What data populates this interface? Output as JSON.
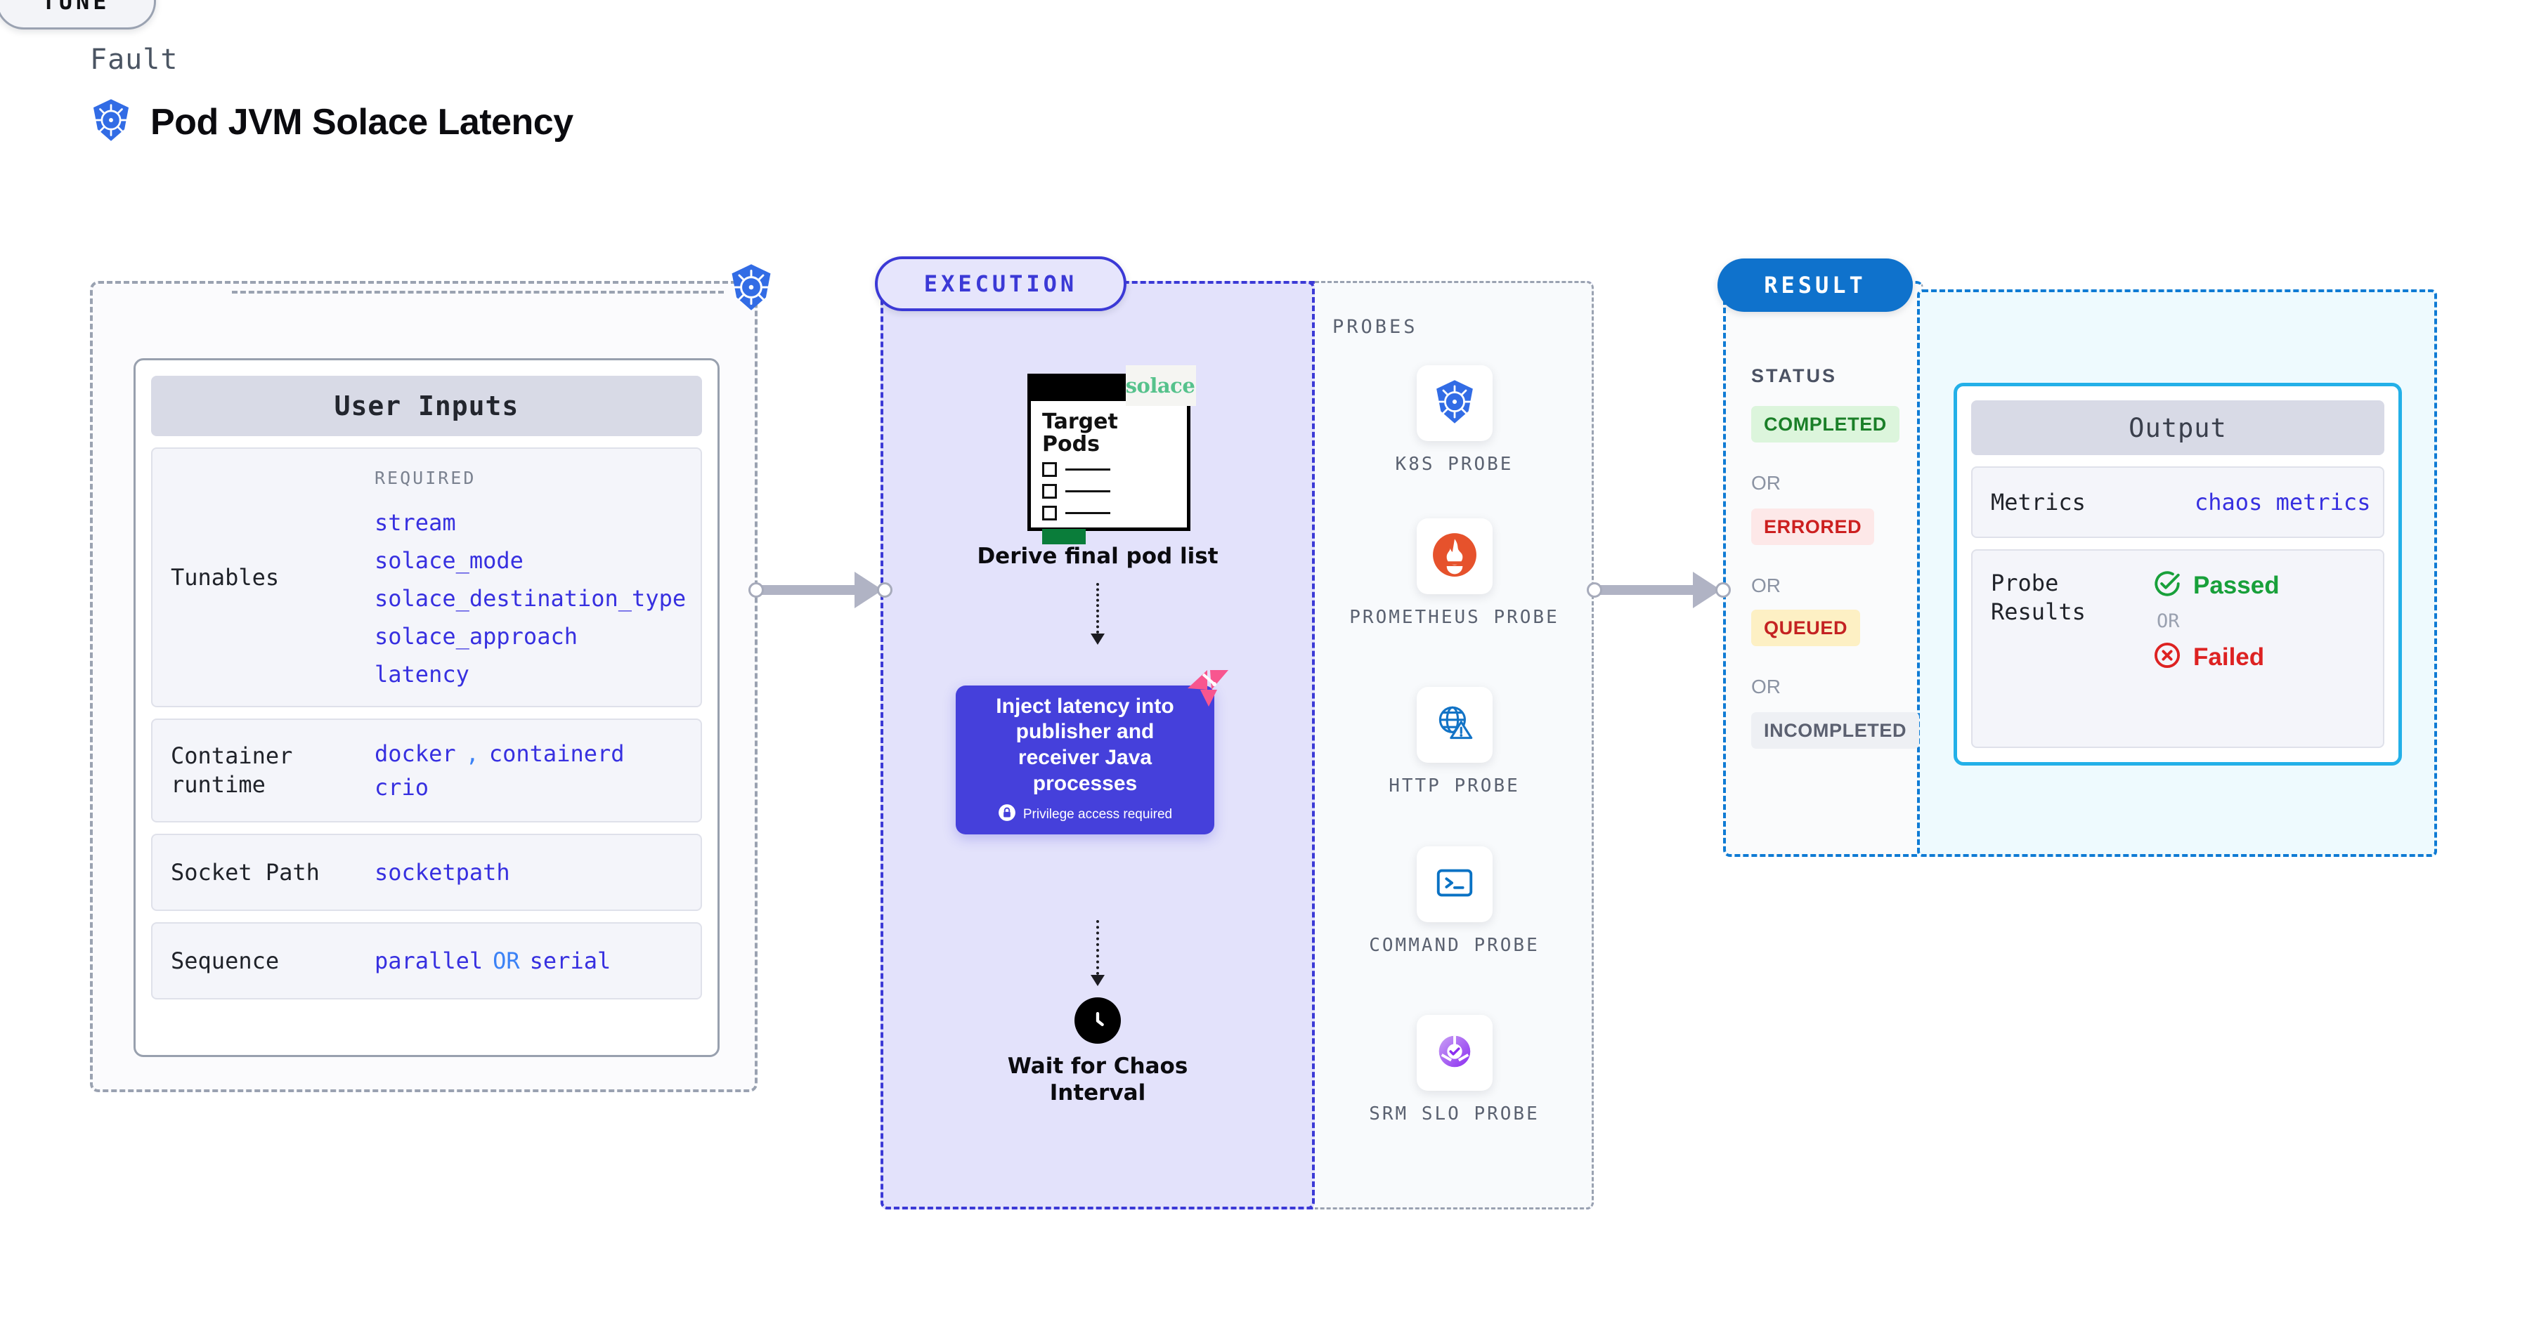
{
  "header": {
    "kicker": "Fault",
    "title": "Pod JVM Solace Latency",
    "icon": "kubernetes-icon"
  },
  "tune": {
    "badge": "TUNE",
    "edge_icon": "kubernetes-icon",
    "card_title": "User Inputs",
    "rows": [
      {
        "key": "Tunables",
        "required_label": "REQUIRED",
        "values": [
          "stream",
          "solace_mode",
          "solace_destination_type",
          "solace_approach",
          "latency"
        ]
      },
      {
        "key": "Container runtime",
        "values": [
          "docker",
          ",",
          "containerd",
          "crio"
        ]
      },
      {
        "key": "Socket Path",
        "values": [
          "socketpath"
        ]
      },
      {
        "key": "Sequence",
        "values": [
          "parallel",
          "OR",
          "serial"
        ]
      }
    ],
    "runtime_a": "docker",
    "runtime_comma": ",",
    "runtime_b": "containerd",
    "runtime_c": "crio",
    "socket_value": "socketpath",
    "seq_a": "parallel",
    "seq_or": "OR",
    "seq_b": "serial"
  },
  "execution": {
    "badge": "EXECUTION",
    "doc": {
      "title_line1": "Target",
      "title_line2": "Pods",
      "brand": "solace",
      "brand_icon": "solace-dot-icon"
    },
    "step1_caption": "Derive final pod list",
    "inject_card": {
      "text": "Inject latency into publisher and receiver Java processes",
      "privilege_note": "Privilege access required",
      "lock_icon": "lock-icon",
      "ribbon_icon": "chaos-ribbon-icon",
      "color": "#4540db"
    },
    "wait_caption_line1": "Wait for Chaos",
    "wait_caption_line2": "Interval",
    "clock_icon": "clock-icon"
  },
  "probes": {
    "title": "PROBES",
    "items": [
      {
        "label": "K8S PROBE",
        "icon": "kubernetes-icon"
      },
      {
        "label": "PROMETHEUS PROBE",
        "icon": "prometheus-flame-icon"
      },
      {
        "label": "HTTP PROBE",
        "icon": "globe-warning-icon"
      },
      {
        "label": "COMMAND PROBE",
        "icon": "terminal-icon"
      },
      {
        "label": "SRM SLO PROBE",
        "icon": "slo-donut-check-icon"
      }
    ]
  },
  "result": {
    "badge": "RESULT",
    "status_title": "STATUS",
    "or_label": "OR",
    "statuses": [
      {
        "label": "COMPLETED",
        "color": "#1a7f28",
        "bg": "#dcf5dc"
      },
      {
        "label": "ERRORED",
        "color": "#cc2020",
        "bg": "#fde8e8"
      },
      {
        "label": "QUEUED",
        "color": "#c42222",
        "bg": "#fdf0c4"
      },
      {
        "label": "INCOMPLETED",
        "color": "#5b6070",
        "bg": "#eef0f4"
      }
    ],
    "output": {
      "title": "Output",
      "metrics_key": "Metrics",
      "metrics_value": "chaos metrics",
      "probe_key": "Probe Results",
      "passed": "Passed",
      "failed": "Failed",
      "or_label": "OR",
      "pass_icon": "check-circle-icon",
      "fail_icon": "x-circle-icon"
    }
  }
}
